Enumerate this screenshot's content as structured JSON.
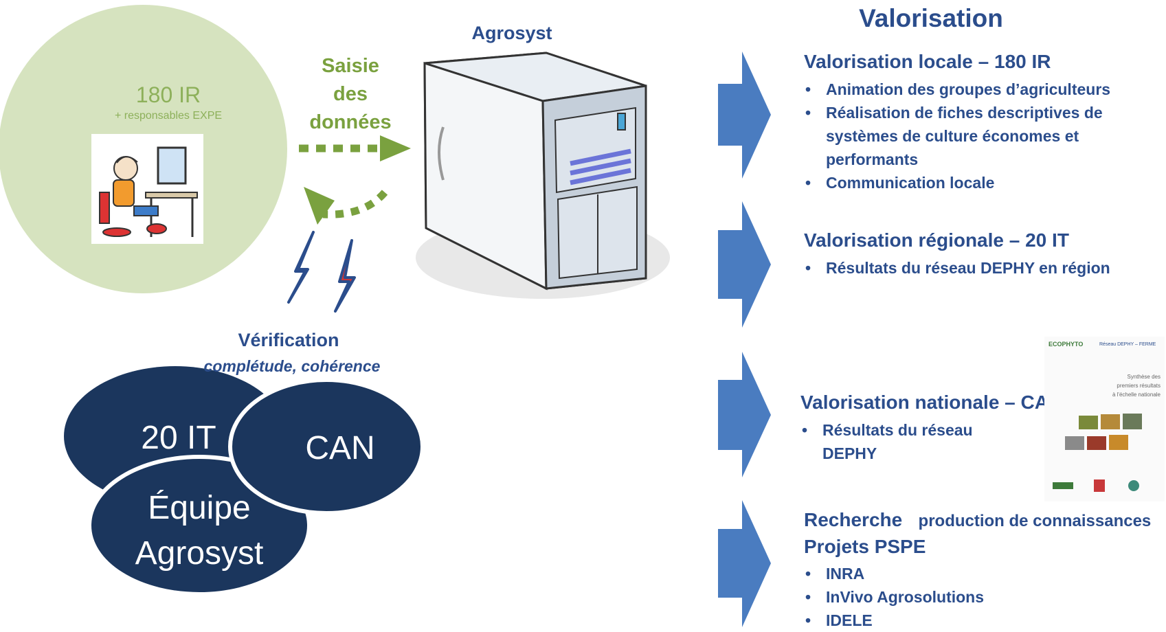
{
  "agrosyst_label": "Agrosyst",
  "ir": {
    "title": "180 IR",
    "subtitle": "+ responsables EXPE"
  },
  "saisie_lines": [
    "Saisie",
    "des",
    "données"
  ],
  "verification": {
    "title": "Vérification",
    "subtitle": "complétude, cohérence"
  },
  "teams": {
    "it": "20 IT",
    "can": "CAN",
    "equipe_lines": [
      "Équipe",
      "Agrosyst"
    ]
  },
  "valorisation": {
    "title": "Valorisation",
    "locale": {
      "title": "Valorisation locale – 180 IR",
      "items": [
        "Animation des groupes d’agriculteurs",
        "Réalisation de fiches descriptives de systèmes de culture économes et performants",
        "Communication locale"
      ]
    },
    "regionale": {
      "title": "Valorisation régionale – 20 IT",
      "items": [
        "Résultats du réseau DEPHY en région"
      ]
    },
    "nationale": {
      "title": "Valorisation nationale – CAN",
      "items": [
        "Résultats du réseau DEPHY"
      ]
    },
    "recherche": {
      "title": "Recherche",
      "aside": "production de connaissances",
      "subtitle": "Projets PSPE",
      "items": [
        "INRA",
        "InVivo Agrosolutions",
        "IDELE"
      ]
    }
  },
  "report": {
    "brand": "ECOPHYTO",
    "network": "Réseau DEPHY – FERME",
    "synthesis_lines": [
      "Synthèse des",
      "premiers résultats",
      "à l'échelle nationale"
    ]
  },
  "colors": {
    "navy": "#1b365d",
    "title_blue": "#2b4d8c",
    "arrow_blue": "#4a7cc0",
    "green_circle": "#d6e3bf",
    "green_text": "#7aa13f",
    "lightning": "#c8383a"
  }
}
